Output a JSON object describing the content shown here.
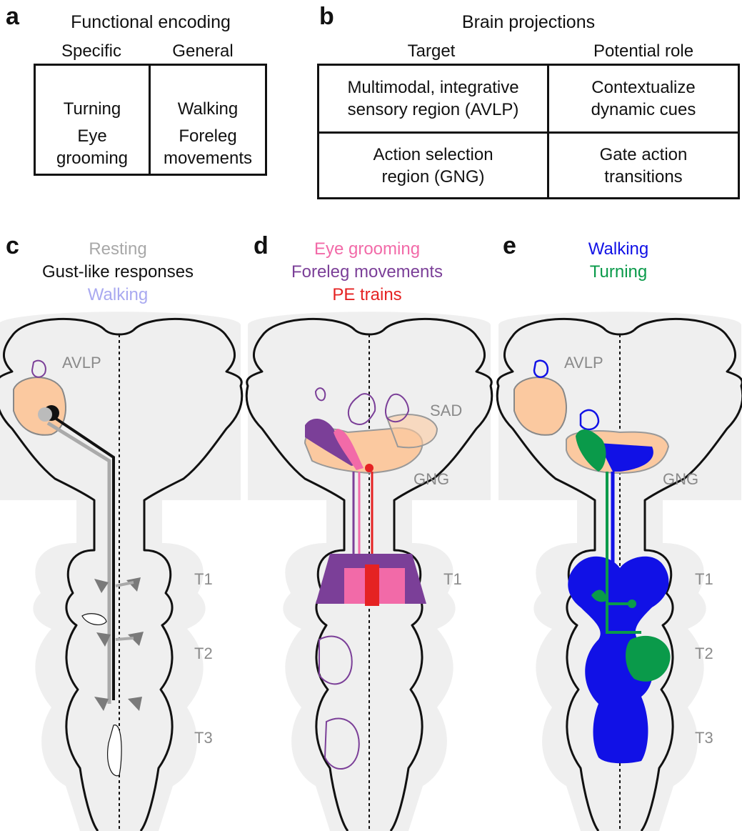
{
  "panels": {
    "a": {
      "letter": "a",
      "title": "Functional encoding",
      "headers": [
        "Specific",
        "General"
      ],
      "rows": [
        [
          "Turning",
          "Walking"
        ],
        [
          "Eye\ngrooming",
          "Foreleg\nmovements"
        ]
      ]
    },
    "b": {
      "letter": "b",
      "title": "Brain projections",
      "headers": [
        "Target",
        "Potential role"
      ],
      "rows": [
        [
          "Multimodal, integrative\nsensory region (AVLP)",
          "Contextualize\ndynamic cues"
        ],
        [
          "Action selection\nregion (GNG)",
          "Gate action\ntransitions"
        ]
      ]
    },
    "c": {
      "letter": "c",
      "legend": [
        {
          "label": "Resting",
          "color": "#a8a8a8"
        },
        {
          "label": "Gust-like responses",
          "color": "#111111"
        },
        {
          "label": "Walking",
          "color": "#a9a9f0"
        }
      ],
      "regions": {
        "avlp": "AVLP",
        "t1": "T1",
        "t2": "T2",
        "t3": "T3"
      }
    },
    "d": {
      "letter": "d",
      "legend": [
        {
          "label": "Eye grooming",
          "color": "#f26aa8"
        },
        {
          "label": "Foreleg movements",
          "color": "#7b3f98"
        },
        {
          "label": "PE trains",
          "color": "#e52222"
        }
      ],
      "regions": {
        "sad": "SAD",
        "gng": "GNG",
        "t1": "T1"
      }
    },
    "e": {
      "letter": "e",
      "legend": [
        {
          "label": "Walking",
          "color": "#1111e6"
        },
        {
          "label": "Turning",
          "color": "#0a9a4a"
        }
      ],
      "regions": {
        "avlp": "AVLP",
        "gng": "GNG",
        "t1": "T1",
        "t2": "T2",
        "t3": "T3"
      }
    }
  },
  "colors": {
    "background_shape": "#efefef",
    "avlp_fill": "#fbc9a0",
    "outline": "#111111",
    "region_label": "#8a8a8a"
  }
}
